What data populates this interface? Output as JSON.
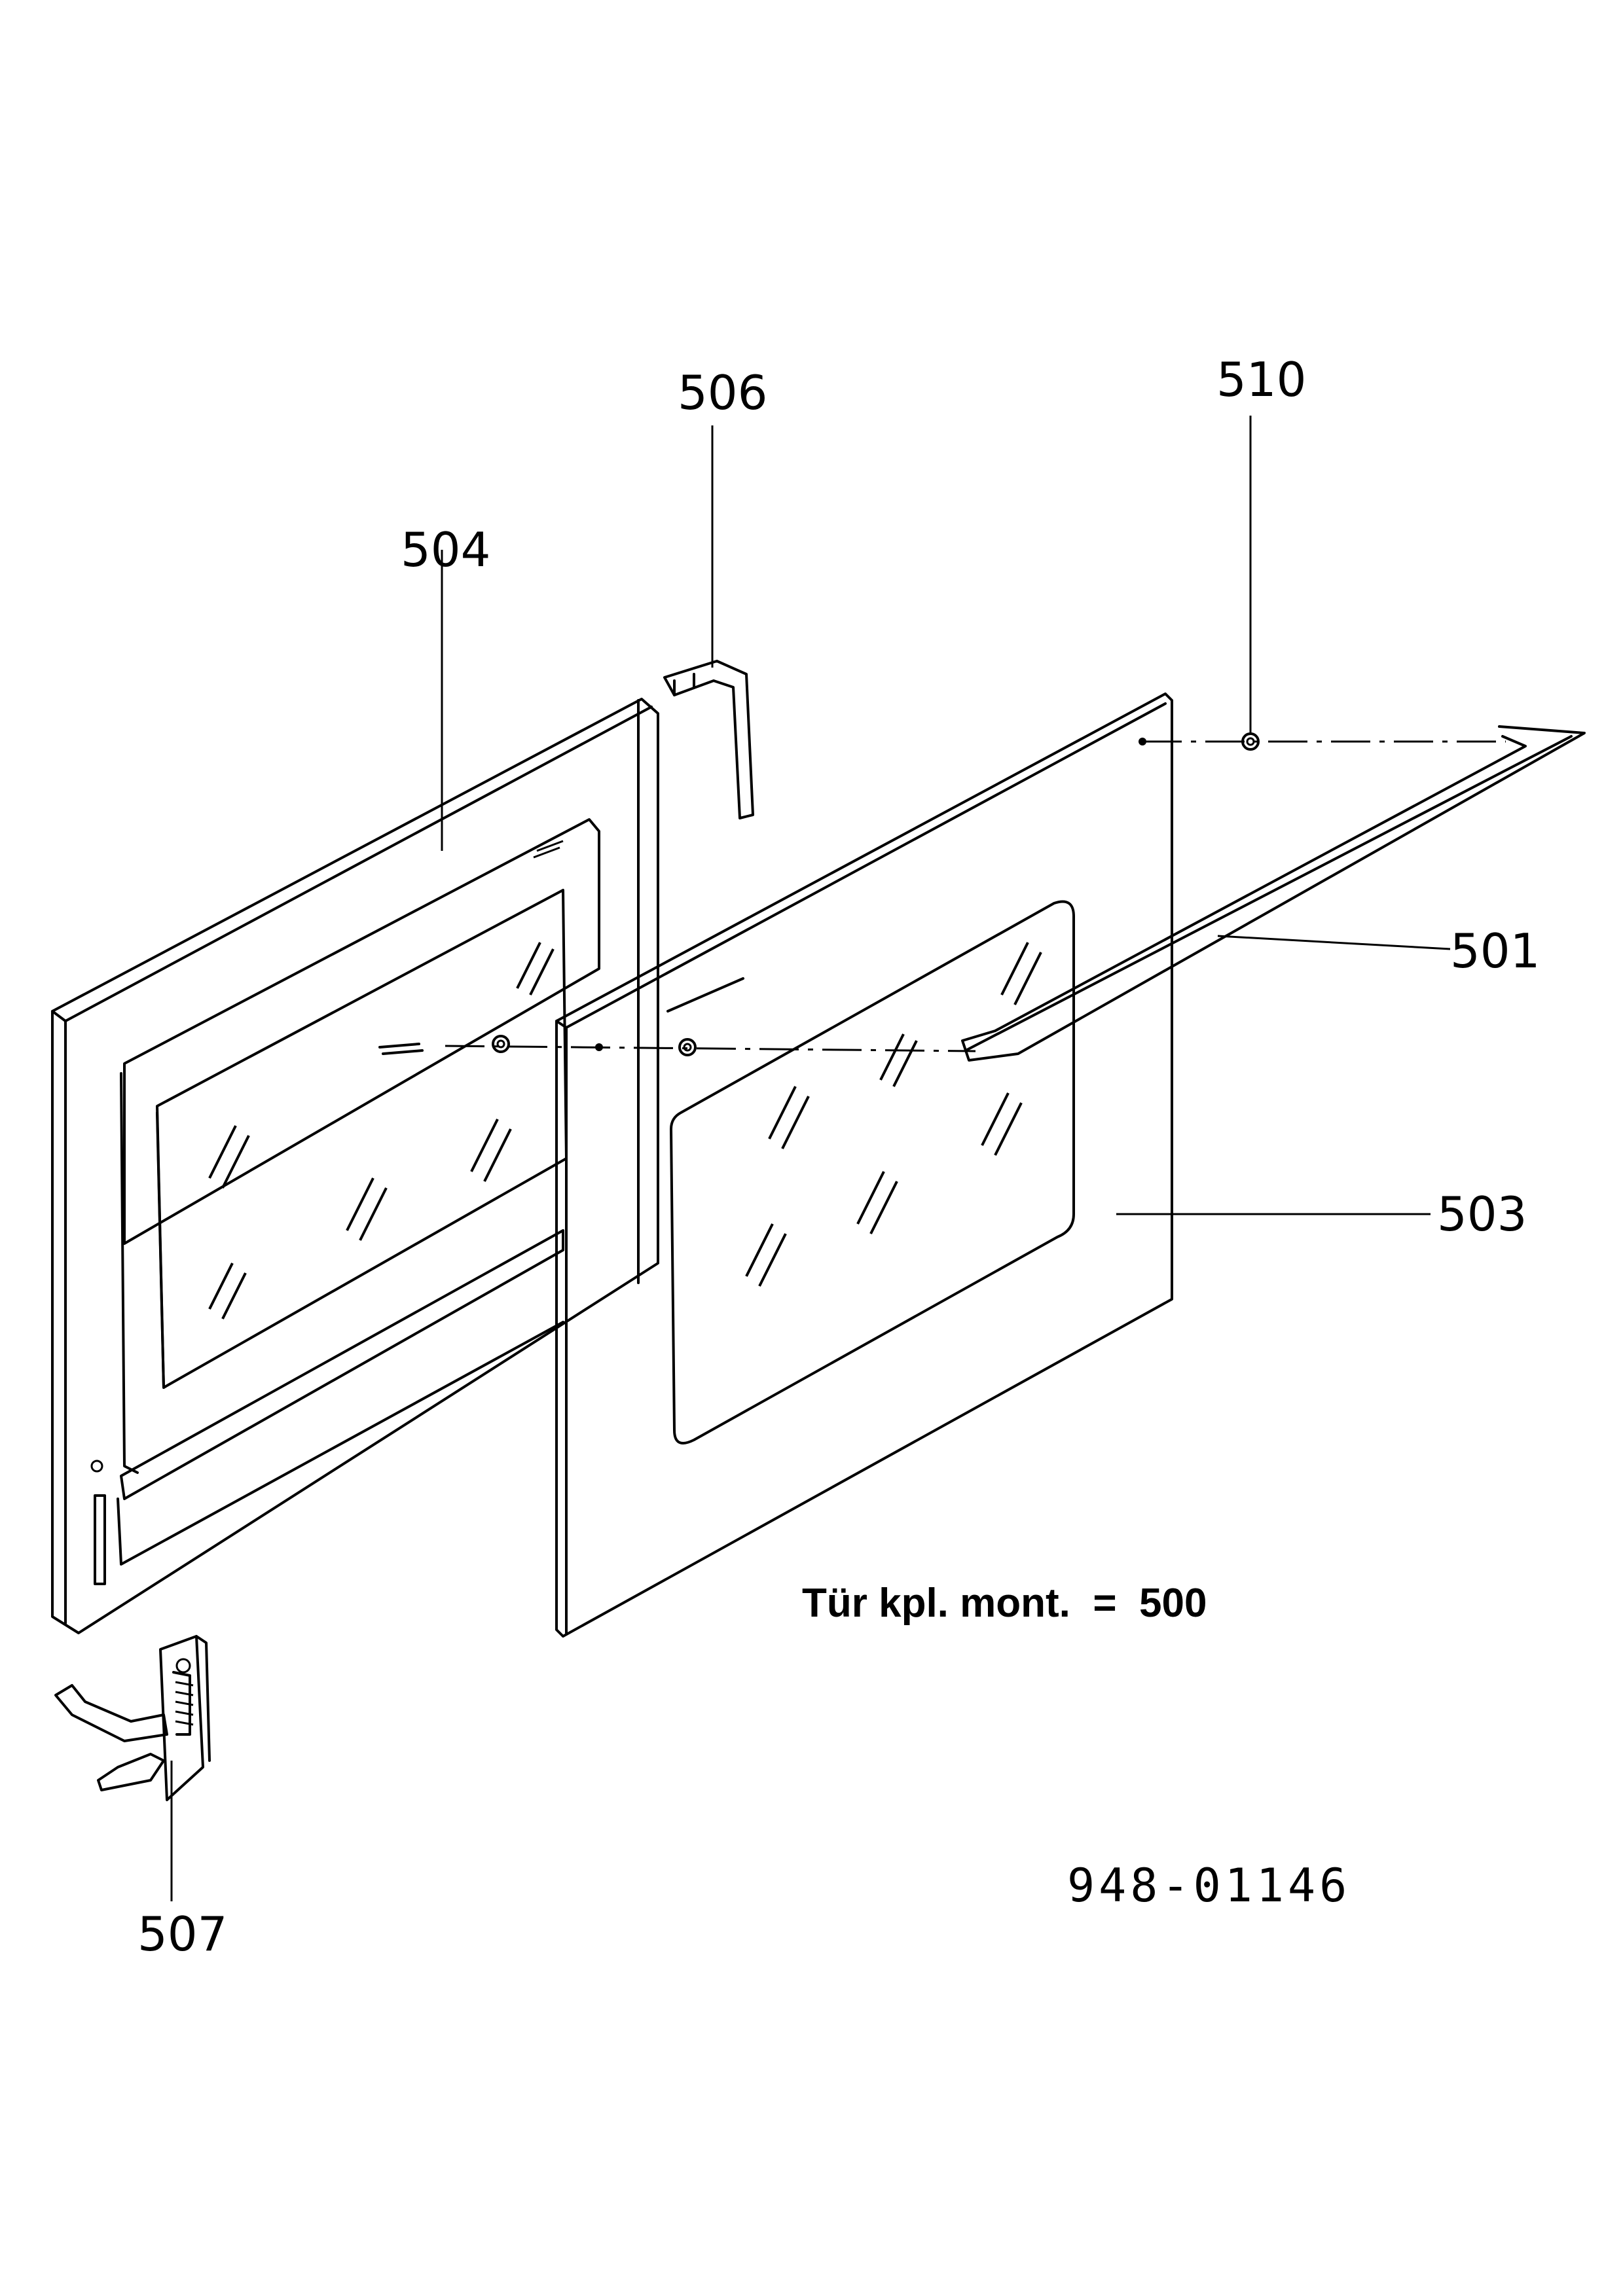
{
  "callouts": {
    "p504": "504",
    "p506": "506",
    "p510": "510",
    "p501": "501",
    "p503": "503",
    "p507": "507"
  },
  "note": "Tür kpl. mont.  =  500",
  "document_number": "948-01146"
}
